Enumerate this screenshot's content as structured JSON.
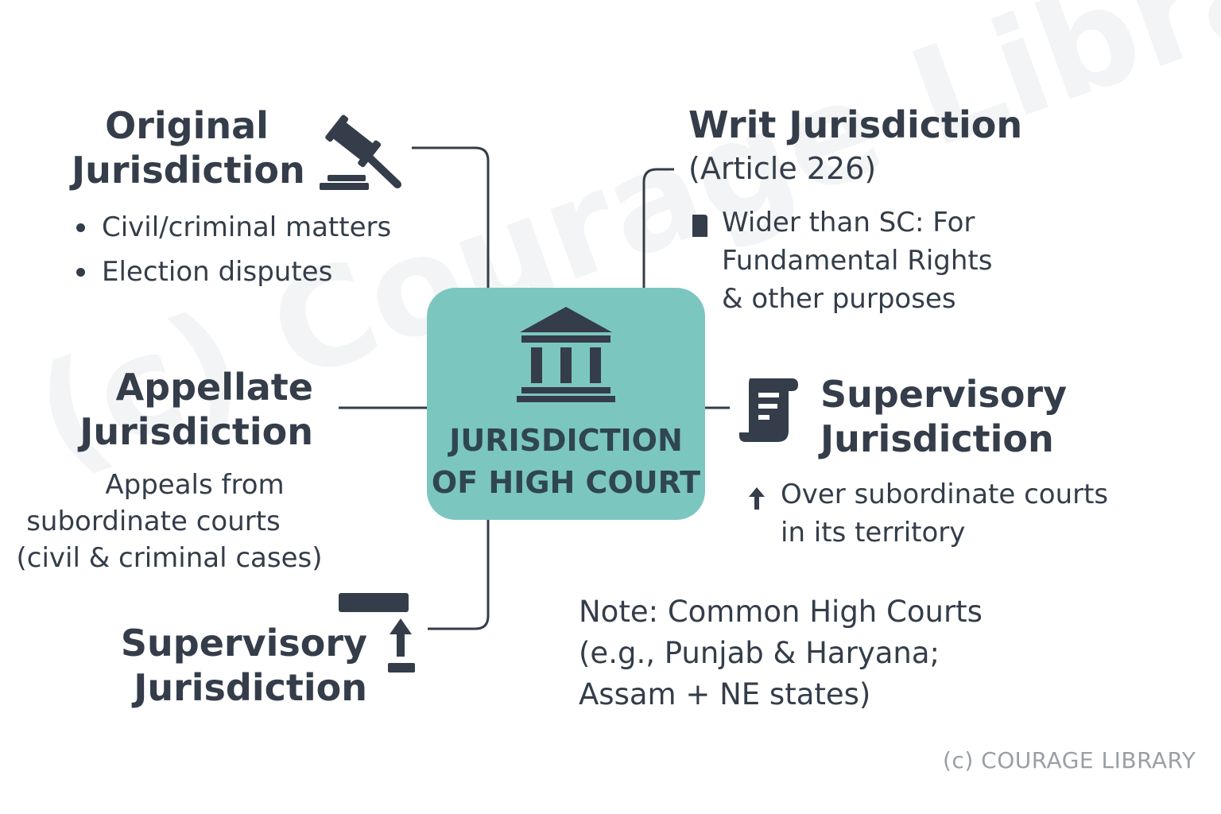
{
  "watermark": "(c) Courage Library",
  "center": {
    "line1": "JURISDICTION",
    "line2": "OF HIGH COURT",
    "icon": "courthouse-icon"
  },
  "original": {
    "title_line1": "Original",
    "title_line2": "Jurisdiction",
    "icon": "gavel-icon",
    "bullets": [
      "Civil/criminal matters",
      "Election disputes"
    ]
  },
  "writ": {
    "title": "Writ Jurisdiction",
    "subtitle": "(Article 226)",
    "icon": "bookmark-icon",
    "lines": [
      "Wider than SC: For",
      "Fundamental Rights",
      "& other purposes"
    ]
  },
  "appellate": {
    "title_line1": "Appellate",
    "title_line2": "Jurisdiction",
    "lines": [
      "Appeals from",
      "subordinate courts",
      "(civil & criminal cases)"
    ]
  },
  "supervisory_right": {
    "title_line1": "Supervisory",
    "title_line2": "Jurisdiction",
    "icon": "scroll-icon",
    "lines": [
      "Over subordinate courts",
      "in its territory"
    ],
    "arrow_icon": "arrow-up-icon"
  },
  "supervisory_bottom": {
    "title_line1": "Supervisory",
    "title_line2": "Jurisdiction",
    "icon": "arrow-up-bar-icon"
  },
  "note": {
    "lines": [
      "Note: Common High Courts",
      "(e.g., Punjab & Haryana;",
      "Assam + NE states)"
    ]
  },
  "copyright": "(c) COURAGE LIBRARY",
  "colors": {
    "center_fill": "#7cc6c0",
    "text": "#343d49",
    "connector": "#343d49"
  }
}
